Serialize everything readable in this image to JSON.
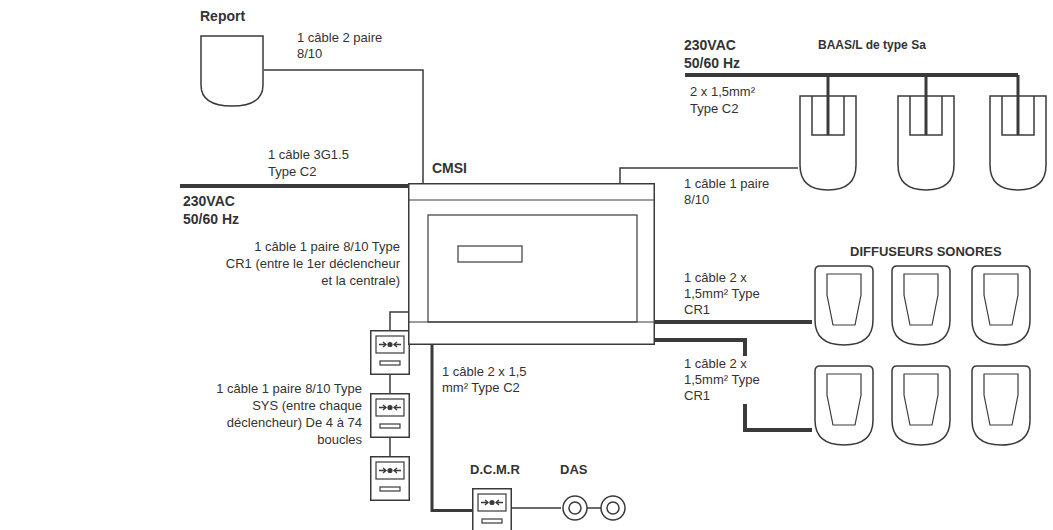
{
  "diagram": {
    "nodes": [
      {
        "text": [
          "Report"
        ]
      },
      {
        "text": [
          "BAAS/L de type Sa"
        ]
      },
      {
        "text": [
          "CMSI"
        ]
      },
      {
        "text": [
          "DIFFUSEURS SONORES"
        ]
      },
      {
        "text": [
          "D.C.M.R"
        ]
      },
      {
        "text": [
          "DAS"
        ]
      }
    ],
    "edges": [
      {
        "from": 2,
        "to": 0,
        "label": "1 câble 2 paire 8/10",
        "arrow": "none"
      },
      {
        "from": 2,
        "to": 1,
        "label": "1 câble 1 paire 8/10",
        "arrow": "none"
      },
      {
        "from": 2,
        "to": 3,
        "label": "1 câble 2 x 1,5mm² Type CR1",
        "arrow": "none"
      },
      {
        "from": 2,
        "to": 3,
        "label": "1 câble 2 x 1,5mm² Type CR1",
        "arrow": "none"
      },
      {
        "from": 2,
        "to": 4,
        "label": "1 câble 2 x 1,5 mm² Type C2",
        "arrow": "none"
      },
      {
        "from": 4,
        "to": 5,
        "arrow": "none"
      }
    ],
    "labels": [
      "230VAC 50/60 Hz",
      "2 x 1,5mm² Type C2",
      "1 câble 3G1.5 Type C2",
      "230VAC 50/60 Hz",
      "1 câble 1 paire 8/10 Type CR1 (entre le 1er déclencheur et la centrale)",
      "1 câble 1 paire 8/10 Type SYS (entre chaque déclencheur) De 4 à 74 boucles"
    ]
  }
}
